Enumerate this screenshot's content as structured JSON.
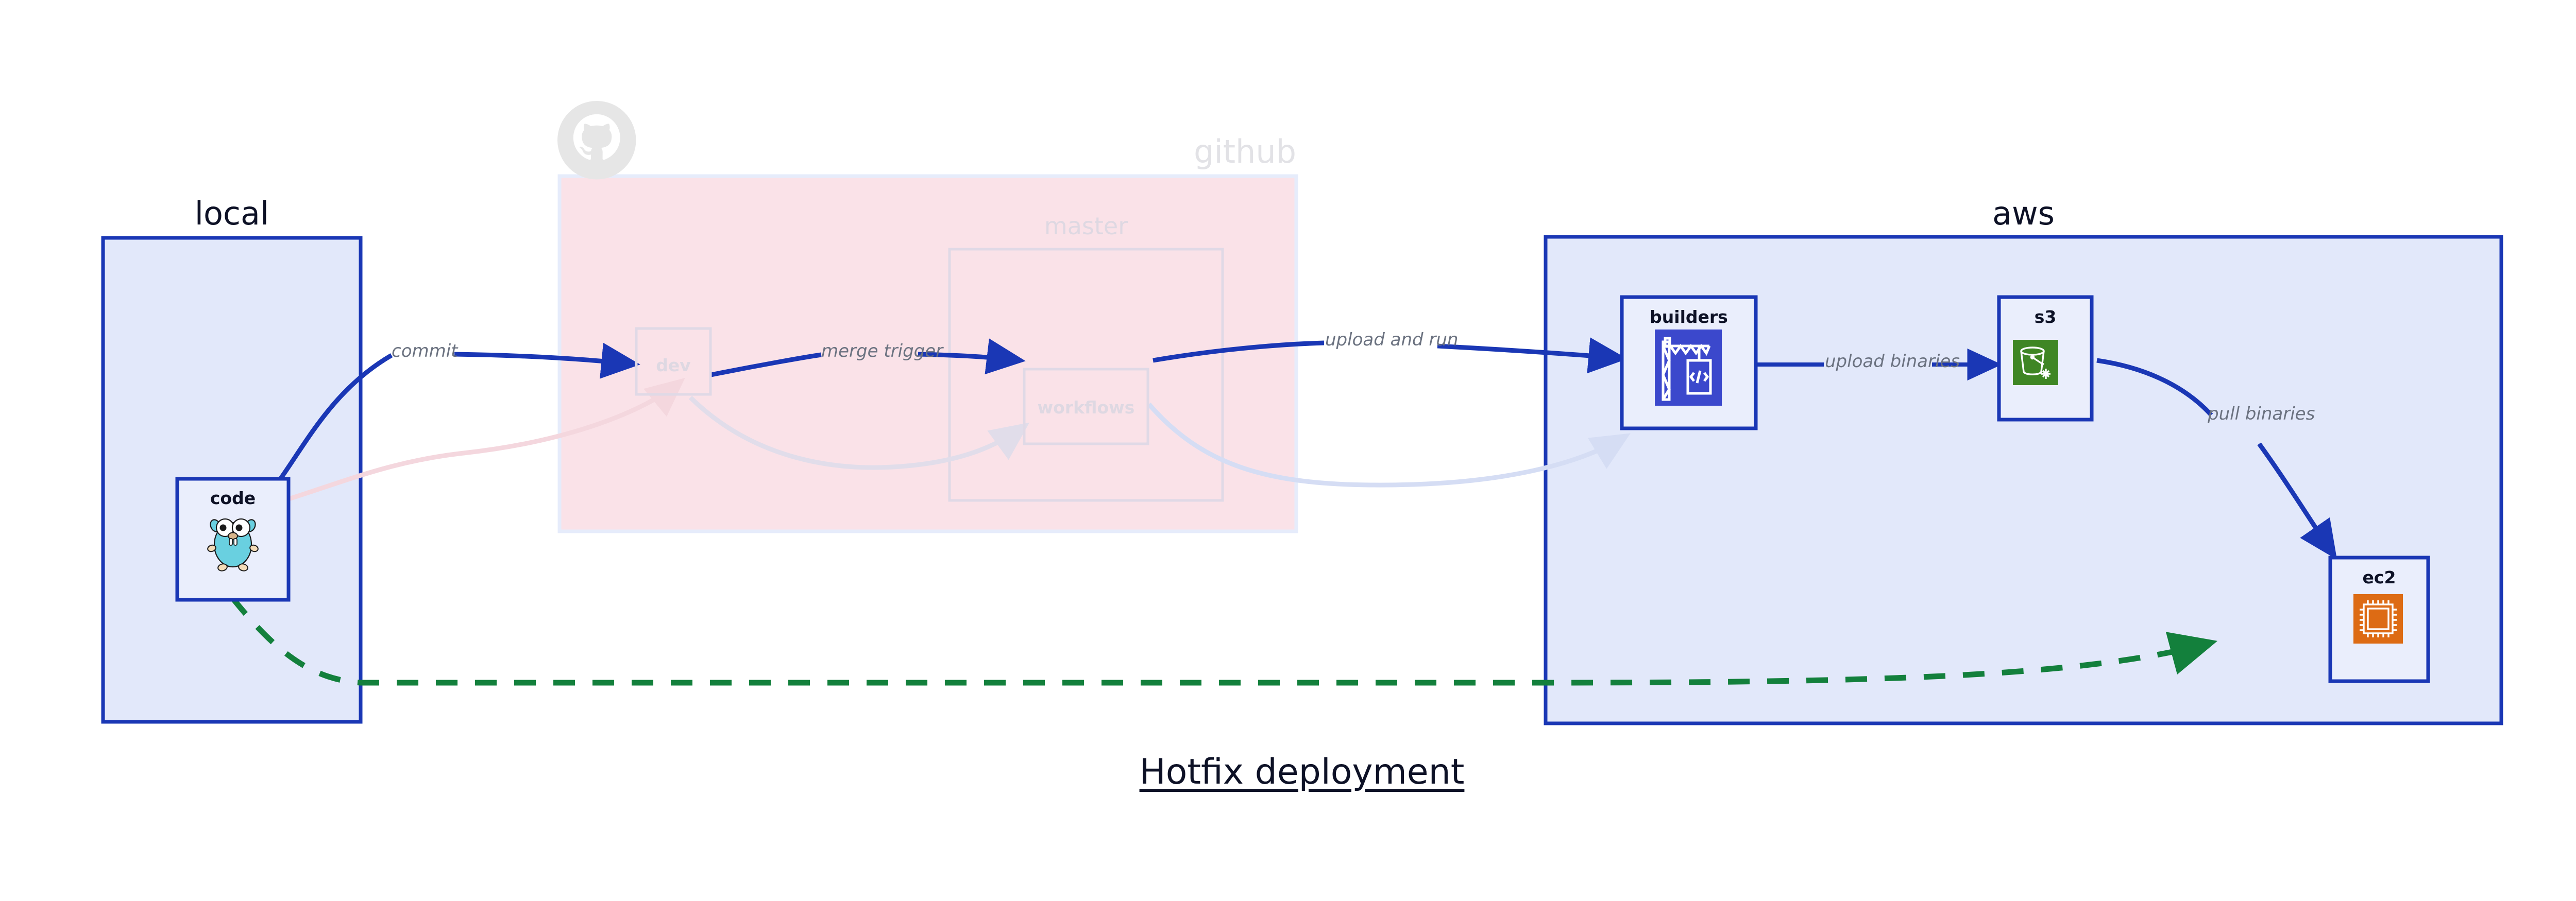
{
  "diagram": {
    "title": "Hotfix deployment",
    "type": "deployment-flow",
    "colors": {
      "primary_blue": "#1a37b5",
      "group_blue_fill": "#e2e8fa",
      "group_pink_fill": "#fae2e8",
      "faded_gray": "#e2e2e6",
      "faded_node": "#ded8e2",
      "edge_label_gray": "#6b7280",
      "green_dashed": "#13803c",
      "node_fill": "#eaeefc",
      "s3_green": "#3f8624",
      "ec2_orange": "#dd6b14",
      "builders_blue": "#3b48cc",
      "gopher_cyan": "#69d0e0"
    }
  },
  "groups": [
    {
      "id": "local",
      "label": "local",
      "label_align": "center",
      "faded": false
    },
    {
      "id": "github",
      "label": "github",
      "label_align": "right",
      "faded": true,
      "icon": "github-octocat-icon"
    },
    {
      "id": "aws",
      "label": "aws",
      "label_align": "center",
      "faded": false
    }
  ],
  "subgroups": [
    {
      "id": "master",
      "label": "master",
      "parent": "github",
      "faded": true
    }
  ],
  "nodes": [
    {
      "id": "code",
      "label": "code",
      "group": "local",
      "icon": "go-gopher-icon",
      "faded": false
    },
    {
      "id": "dev",
      "label": "dev",
      "group": "github",
      "icon": "none",
      "faded": true
    },
    {
      "id": "workflows",
      "label": "workflows",
      "group": "master",
      "icon": "none",
      "faded": true
    },
    {
      "id": "builders",
      "label": "builders",
      "group": "aws",
      "icon": "aws-codebuild-icon",
      "faded": false
    },
    {
      "id": "s3",
      "label": "s3",
      "group": "aws",
      "icon": "aws-s3-bucket-icon",
      "faded": false
    },
    {
      "id": "ec2",
      "label": "ec2",
      "group": "aws",
      "icon": "aws-ec2-chip-icon",
      "faded": false
    }
  ],
  "edges": [
    {
      "id": "e1",
      "from": "code",
      "to": "dev",
      "label": "commit",
      "style": "solid",
      "color": "#1a37b5",
      "faded": false
    },
    {
      "id": "e2",
      "from": "dev",
      "to": "workflows",
      "label": "merge trigger",
      "style": "solid",
      "color": "#1a37b5",
      "faded": false
    },
    {
      "id": "e3",
      "from": "workflows",
      "to": "builders",
      "label": "upload and run",
      "style": "solid",
      "color": "#1a37b5",
      "faded": false
    },
    {
      "id": "e4",
      "from": "builders",
      "to": "s3",
      "label": "upload binaries",
      "style": "solid",
      "color": "#1a37b5",
      "faded": false
    },
    {
      "id": "e5",
      "from": "s3",
      "to": "ec2",
      "label": "pull binaries",
      "style": "solid",
      "color": "#1a37b5",
      "faded": false
    },
    {
      "id": "e6",
      "from": "code",
      "to": "ec2",
      "label": "",
      "style": "dashed",
      "color": "#13803c",
      "faded": false
    },
    {
      "id": "e7",
      "from": "code",
      "to": "dev",
      "label": "",
      "style": "solid",
      "color": "#f6dde2",
      "faded": true
    },
    {
      "id": "e8",
      "from": "dev",
      "to": "workflows",
      "label": "",
      "style": "solid",
      "color": "#e3e0ec",
      "faded": true
    },
    {
      "id": "e9",
      "from": "workflows",
      "to": "builders",
      "label": "",
      "style": "solid",
      "color": "#dde2f6",
      "faded": true
    }
  ],
  "labels": {
    "local": "local",
    "github": "github",
    "aws": "aws",
    "master": "master",
    "code": "code",
    "dev": "dev",
    "workflows": "workflows",
    "builders": "builders",
    "s3": "s3",
    "ec2": "ec2",
    "commit": "commit",
    "merge_trigger": "merge trigger",
    "upload_and_run": "upload and run",
    "upload_binaries": "upload binaries",
    "pull_binaries": "pull binaries",
    "title": "Hotfix deployment"
  }
}
